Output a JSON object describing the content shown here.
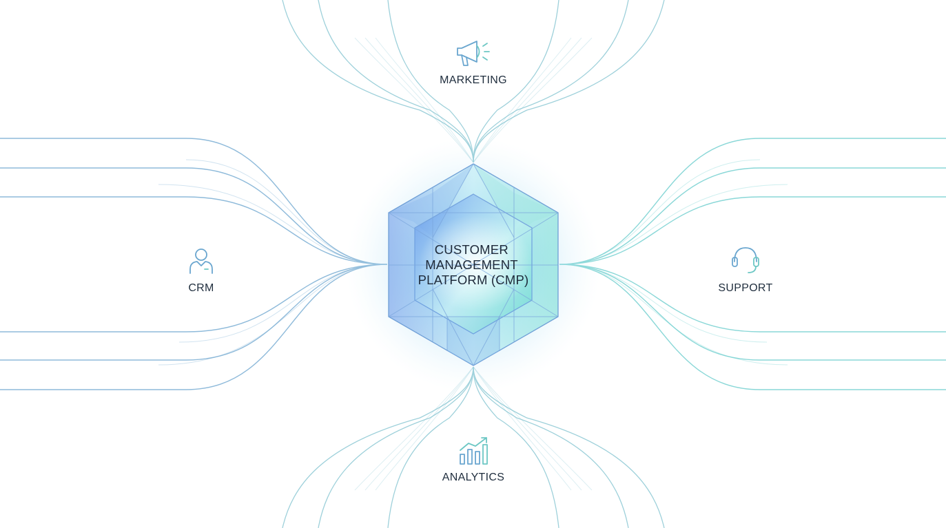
{
  "hub": {
    "title_lines": [
      "CUSTOMER",
      "MANAGEMENT",
      "PLATFORM (CMP)"
    ]
  },
  "nodes": {
    "marketing": {
      "label": "MARKETING",
      "icon": "megaphone-icon"
    },
    "crm": {
      "label": "CRM",
      "icon": "user-icon"
    },
    "support": {
      "label": "SUPPORT",
      "icon": "headset-icon"
    },
    "analytics": {
      "label": "ANALYTICS",
      "icon": "bar-chart-trend-icon"
    }
  },
  "colors": {
    "left_lines": "#7aaed4",
    "right_lines": "#74d0d0",
    "top_lines": "#8cc8d4",
    "bottom_lines": "#8cc8d4",
    "icon_blue": "#6aa6cf",
    "icon_teal": "#6cc7c4",
    "hub_blue": "#5b8fe6",
    "hub_teal": "#5fd8cc",
    "text": "#1f2d3d"
  }
}
